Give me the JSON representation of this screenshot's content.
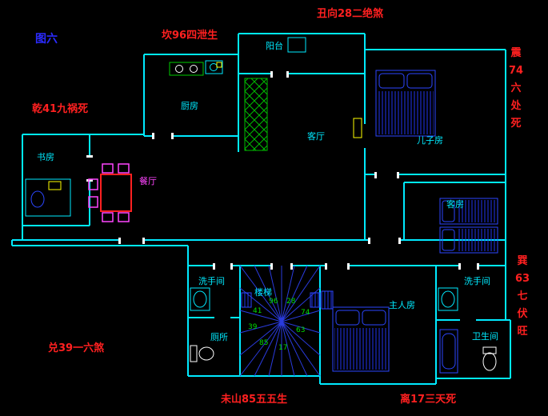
{
  "figure_label": "图六",
  "fengshui": {
    "chou": "丑向28二绝煞",
    "kan": "坎96四泄生",
    "qian": "乾41九祸死",
    "zhen": "震74六处死",
    "xun": "巽63七伏旺",
    "dui": "兑39一六煞",
    "wei": "未山85五五生",
    "li": "离17三天死"
  },
  "rooms": {
    "balcony": "阳台",
    "kitchen": "厨房",
    "living_room": "客厅",
    "son_room": "儿子房",
    "study": "书房",
    "dining_room": "餐厅",
    "guest_room": "客房",
    "washroom_left": "洗手间",
    "stairs": "楼梯",
    "master_room": "主人房",
    "washroom_right": "洗手间",
    "toilet": "厕所",
    "bathroom": "卫生间"
  },
  "compass": {
    "n": "96",
    "ne": "28",
    "e": "74",
    "se": "63",
    "s": "17",
    "sw": "85",
    "w": "39",
    "nw": "41"
  },
  "colors": {
    "background": "#000000",
    "wall": "#00eaff",
    "furniture_blue": "#2b46ff",
    "green": "#00bb00",
    "red": "#ff2020",
    "magenta": "#ff45ff",
    "yellow": "#ffff00",
    "figure_blue": "#2b2bff"
  }
}
